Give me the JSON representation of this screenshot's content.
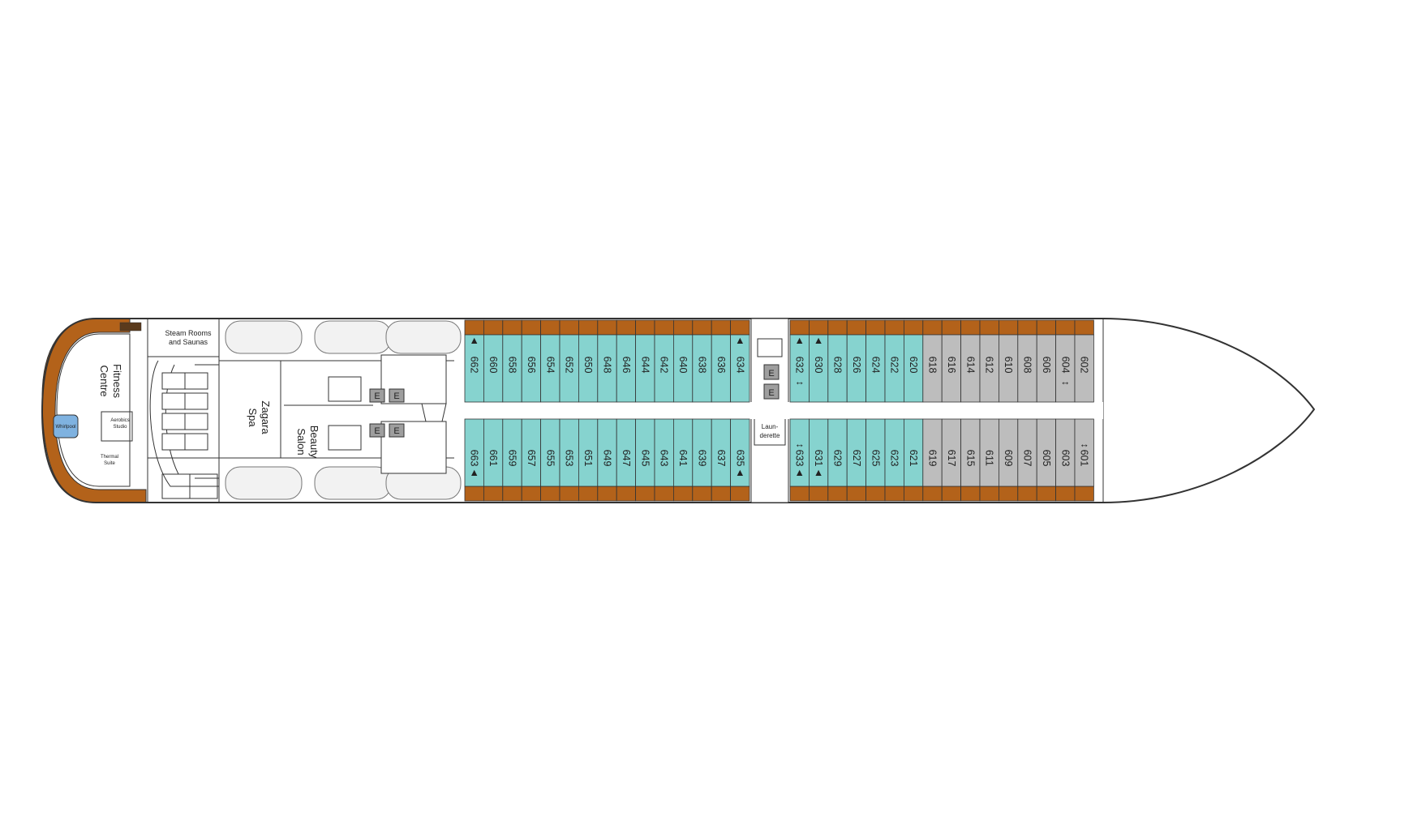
{
  "labels": {
    "steam": [
      "Steam Rooms",
      "and Saunas"
    ],
    "fitness": [
      "Fitness",
      "Centre"
    ],
    "spa": [
      "Zagara",
      "Spa"
    ],
    "beauty": [
      "Beauty",
      "Salon"
    ],
    "aerobics": [
      "Aerobics",
      "Studio"
    ],
    "thermal": [
      "Thermal",
      "Suite"
    ],
    "whirlpool": "Whirlpool",
    "launderette": [
      "Laun-",
      "derette"
    ],
    "elevator": "E"
  },
  "cabins": {
    "top_aft": [
      {
        "num": "662",
        "mark": "▲"
      },
      {
        "num": "660"
      },
      {
        "num": "658"
      },
      {
        "num": "656"
      },
      {
        "num": "654"
      },
      {
        "num": "652"
      },
      {
        "num": "650"
      },
      {
        "num": "648"
      },
      {
        "num": "646"
      },
      {
        "num": "644"
      },
      {
        "num": "642"
      },
      {
        "num": "640"
      },
      {
        "num": "638"
      },
      {
        "num": "636"
      },
      {
        "num": "634",
        "mark": "▲"
      }
    ],
    "bottom_aft": [
      {
        "num": "663",
        "mark": "▲"
      },
      {
        "num": "661"
      },
      {
        "num": "659"
      },
      {
        "num": "657"
      },
      {
        "num": "655"
      },
      {
        "num": "653"
      },
      {
        "num": "651"
      },
      {
        "num": "649"
      },
      {
        "num": "647"
      },
      {
        "num": "645"
      },
      {
        "num": "643"
      },
      {
        "num": "641"
      },
      {
        "num": "639"
      },
      {
        "num": "637"
      },
      {
        "num": "635",
        "mark": "▲"
      }
    ],
    "top_fwd_teal": [
      {
        "num": "632",
        "mark": "▲"
      },
      {
        "num": "630",
        "mark": "▲"
      },
      {
        "num": "628"
      },
      {
        "num": "626"
      },
      {
        "num": "624"
      },
      {
        "num": "622"
      },
      {
        "num": "620"
      }
    ],
    "bottom_fwd_teal": [
      {
        "num": "633",
        "mark": "▲"
      },
      {
        "num": "631",
        "mark": "▲"
      },
      {
        "num": "629"
      },
      {
        "num": "627"
      },
      {
        "num": "625"
      },
      {
        "num": "623"
      },
      {
        "num": "621"
      }
    ],
    "top_fwd_grey": [
      {
        "num": "618"
      },
      {
        "num": "616"
      },
      {
        "num": "614"
      },
      {
        "num": "612"
      },
      {
        "num": "610"
      },
      {
        "num": "608"
      },
      {
        "num": "606"
      },
      {
        "num": "604"
      },
      {
        "num": "602"
      }
    ],
    "bottom_fwd_grey": [
      {
        "num": "619"
      },
      {
        "num": "617"
      },
      {
        "num": "615"
      },
      {
        "num": "611"
      },
      {
        "num": "609"
      },
      {
        "num": "607"
      },
      {
        "num": "605"
      },
      {
        "num": "603"
      },
      {
        "num": "601"
      }
    ]
  },
  "connecting_arrow": "↔",
  "colors": {
    "balcony": "#b3621a",
    "teal_cabin": "#86d3cf",
    "grey_cabin": "#bdbdbd",
    "outline": "#333333",
    "whirlpool": "#7fb2e0",
    "elevator": "#9e9e9e"
  }
}
